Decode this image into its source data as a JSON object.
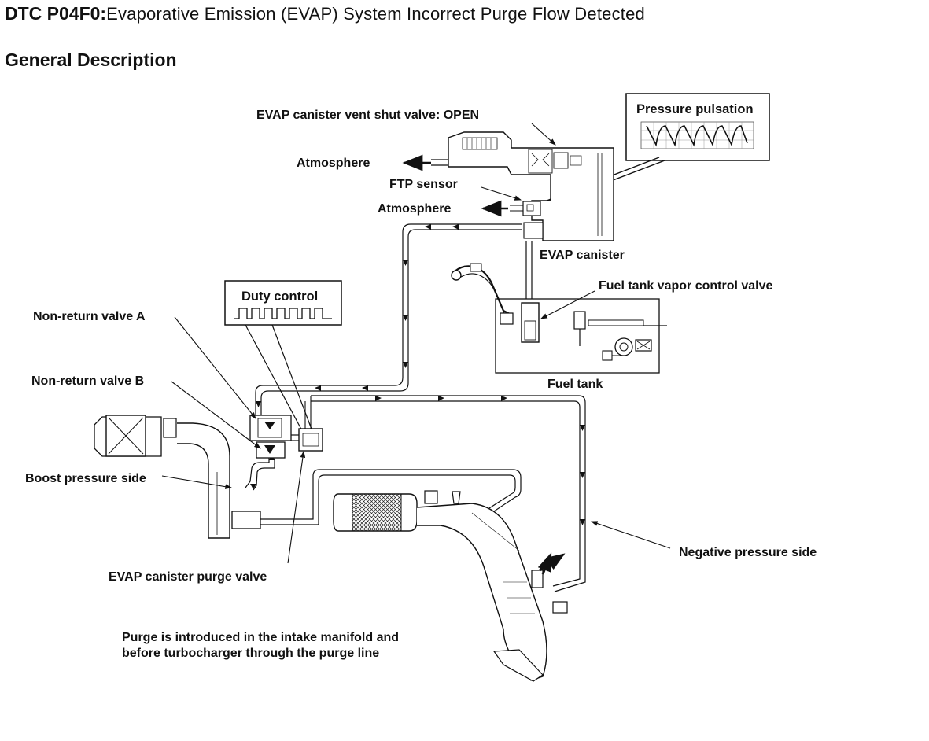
{
  "page": {
    "dtc_code": "DTC P04F0:",
    "dtc_description": "Evaporative Emission (EVAP) System Incorrect Purge Flow Detected",
    "section_heading": "General Description"
  },
  "diagram": {
    "labels": {
      "vent_shut_valve": "EVAP canister vent shut valve: OPEN",
      "pressure_pulsation": "Pressure pulsation",
      "atmosphere_top": "Atmosphere",
      "ftp_sensor": "FTP sensor",
      "atmosphere_mid": "Atmosphere",
      "evap_canister": "EVAP canister",
      "fuel_tank_vapor_control_valve": "Fuel tank vapor control valve",
      "duty_control": "Duty control",
      "non_return_valve_a": "Non-return valve A",
      "non_return_valve_b": "Non-return valve B",
      "fuel_tank": "Fuel tank",
      "boost_pressure_side": "Boost pressure side",
      "negative_pressure_side": "Negative pressure side",
      "evap_canister_purge_valve": "EVAP canister purge valve",
      "purge_note_line1": "Purge is introduced in the intake manifold and",
      "purge_note_line2": "before turbocharger through the purge line"
    }
  }
}
